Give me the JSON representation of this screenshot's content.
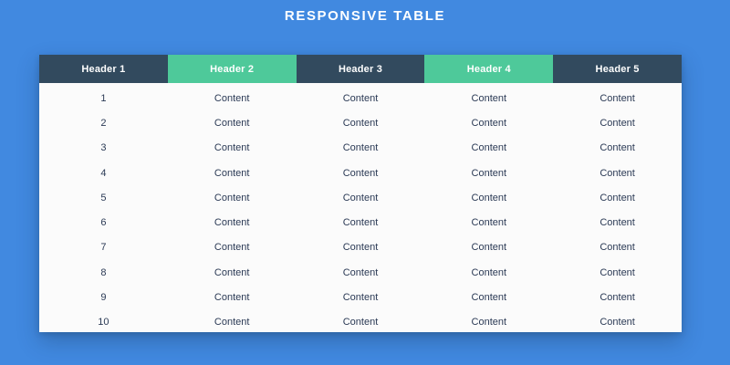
{
  "page": {
    "title": "RESPONSIVE TABLE",
    "background_color": "#4189e0"
  },
  "colors": {
    "background": "#4189e0",
    "header_dark": "#324a5e",
    "header_green": "#4ec99a",
    "body_background": "#fbfbfb",
    "body_text": "#2b3a55",
    "header_text": "#ffffff"
  },
  "table": {
    "headers": [
      {
        "label": "Header 1",
        "style": "dark"
      },
      {
        "label": "Header 2",
        "style": "green"
      },
      {
        "label": "Header 3",
        "style": "dark"
      },
      {
        "label": "Header 4",
        "style": "green"
      },
      {
        "label": "Header 5",
        "style": "dark"
      }
    ],
    "rows": [
      {
        "cells": [
          "1",
          "Content",
          "Content",
          "Content",
          "Content"
        ]
      },
      {
        "cells": [
          "2",
          "Content",
          "Content",
          "Content",
          "Content"
        ]
      },
      {
        "cells": [
          "3",
          "Content",
          "Content",
          "Content",
          "Content"
        ]
      },
      {
        "cells": [
          "4",
          "Content",
          "Content",
          "Content",
          "Content"
        ]
      },
      {
        "cells": [
          "5",
          "Content",
          "Content",
          "Content",
          "Content"
        ]
      },
      {
        "cells": [
          "6",
          "Content",
          "Content",
          "Content",
          "Content"
        ]
      },
      {
        "cells": [
          "7",
          "Content",
          "Content",
          "Content",
          "Content"
        ]
      },
      {
        "cells": [
          "8",
          "Content",
          "Content",
          "Content",
          "Content"
        ]
      },
      {
        "cells": [
          "9",
          "Content",
          "Content",
          "Content",
          "Content"
        ]
      },
      {
        "cells": [
          "10",
          "Content",
          "Content",
          "Content",
          "Content"
        ]
      }
    ]
  }
}
